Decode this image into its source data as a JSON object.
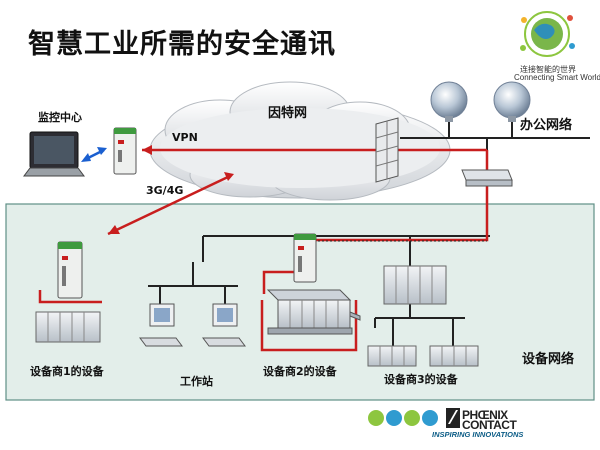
{
  "title": "智慧工业所需的安全通讯",
  "logo": {
    "cn": "连接智能的世界",
    "en": "Connecting Smart World"
  },
  "labels": {
    "monitoring_center": "监控中心",
    "internet": "因特网",
    "vpn": "VPN",
    "cellular": "3G/4G",
    "office_network": "办公网络",
    "equipment_network": "设备网络",
    "vendor1_equipment": "设备商1的设备",
    "workstation": "工作站",
    "vendor2_equipment": "设备商2的设备",
    "vendor3_equipment": "设备商3的设备"
  },
  "footer": {
    "brand_line1": "PHŒNIX",
    "brand_line2": "CONTACT",
    "tagline": "INSPIRING INNOVATIONS"
  },
  "colors": {
    "secure_link": "#c81e1e",
    "network_line": "#222222",
    "zone_fill": "#e3eeea",
    "zone_border": "#5f8f86",
    "dot_green": "#8dc63f",
    "dot_blue": "#2f9bd0"
  }
}
